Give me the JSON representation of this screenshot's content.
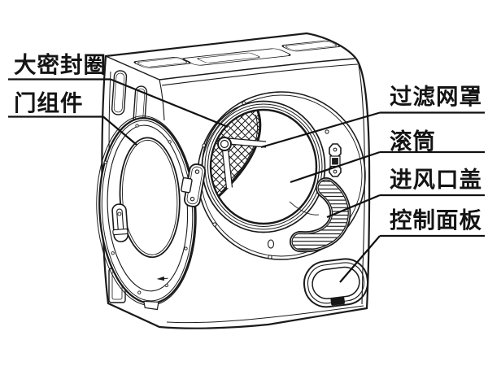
{
  "colors": {
    "background": "#ffffff",
    "line": "#1a1a1a",
    "text": "#141414"
  },
  "diagram": {
    "labels": {
      "left": [
        {
          "id": "large-seal-ring",
          "text": "大密封圈"
        },
        {
          "id": "door-assembly",
          "text": "门组件"
        }
      ],
      "right": [
        {
          "id": "filter-mesh-cover",
          "text": "过滤网罩"
        },
        {
          "id": "drum",
          "text": "滚筒"
        },
        {
          "id": "air-inlet-cover",
          "text": "进风口盖"
        },
        {
          "id": "control-panel",
          "text": "控制面板"
        }
      ]
    }
  }
}
